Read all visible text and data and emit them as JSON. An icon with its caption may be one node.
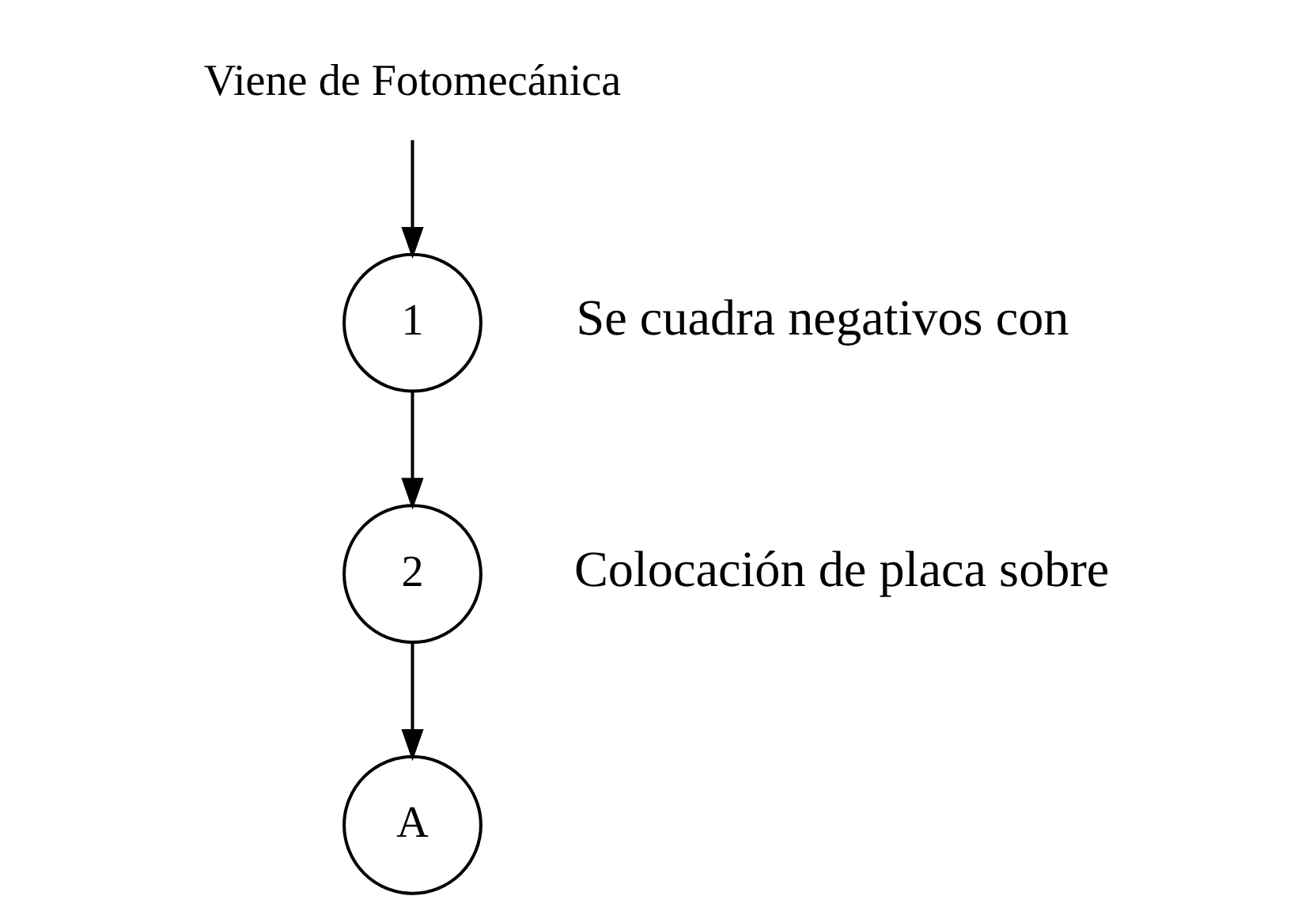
{
  "diagram": {
    "nodes": [
      {
        "text": [
          "Viene de Fotomecánica"
        ]
      },
      {
        "text": [
          "1"
        ],
        "beside": [
          "Se cuadra negativos con"
        ]
      },
      {
        "text": [
          "2"
        ],
        "beside": [
          "Colocación de placa sobre"
        ]
      },
      {
        "text": [
          "A"
        ]
      }
    ],
    "edges": [
      {
        "from": 0,
        "to": 1,
        "arrow": "to"
      },
      {
        "from": 1,
        "to": 2,
        "arrow": "to"
      },
      {
        "from": 2,
        "to": 3,
        "arrow": "to"
      }
    ]
  }
}
